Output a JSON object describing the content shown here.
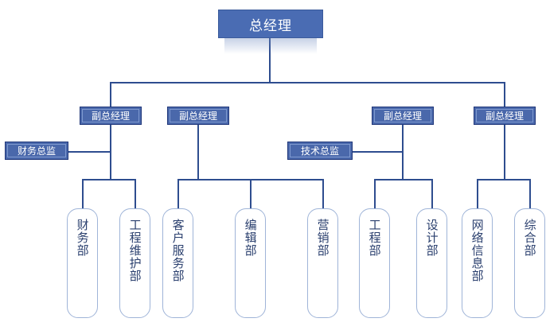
{
  "diagram": {
    "type": "organization-chart",
    "title_box": {
      "label": "总经理"
    },
    "colors": {
      "exec_fill": "#4a6cb3",
      "manager_fill": "#4a68ab",
      "manager_border": "#20377a",
      "line": "#2e4d8f",
      "dept_border": "#9fb4d8",
      "dept_text": "#2a3f6e",
      "exec_text": "#ffffff"
    },
    "deputies": [
      {
        "id": "deputy-1",
        "label": "副总经理"
      },
      {
        "id": "deputy-2",
        "label": "副总经理"
      },
      {
        "id": "deputy-3",
        "label": "副总经理"
      },
      {
        "id": "deputy-4",
        "label": "副总经理"
      }
    ],
    "directors": [
      {
        "id": "finance-director",
        "label": "财务总监"
      },
      {
        "id": "technical-director",
        "label": "技术总监"
      }
    ],
    "departments": [
      {
        "id": "dept-finance",
        "label": "财务部"
      },
      {
        "id": "dept-engineering-maintenance",
        "label": "工程维护部"
      },
      {
        "id": "dept-customer-service",
        "label": "客户服务部"
      },
      {
        "id": "dept-editorial",
        "label": "编辑部"
      },
      {
        "id": "dept-marketing",
        "label": "营销部"
      },
      {
        "id": "dept-engineering",
        "label": "工程部"
      },
      {
        "id": "dept-design",
        "label": "设计部"
      },
      {
        "id": "dept-network-information",
        "label": "网络信息部"
      },
      {
        "id": "dept-general-affairs",
        "label": "综合部"
      }
    ]
  }
}
